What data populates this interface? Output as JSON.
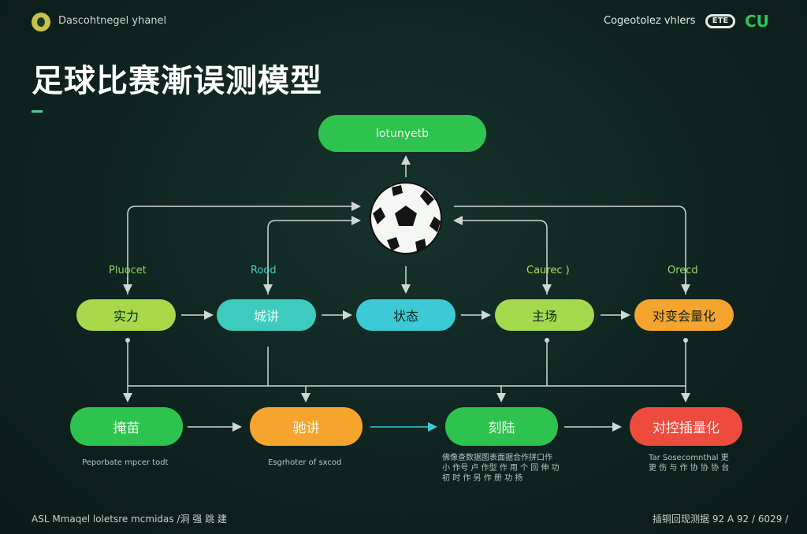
{
  "header": {
    "brand": "Dascohtnegel yhanel",
    "right_text": "Cogeotolez vhlers",
    "badge_outline": "ETE",
    "badge_green": "CU"
  },
  "title": "足球比赛漸误测模型",
  "top_node": {
    "label": "lotunyetb"
  },
  "branch_labels": [
    "Pluocet",
    "Rood",
    "Caurec )",
    "Orecd"
  ],
  "row1": [
    "实力",
    "城讲",
    "状态",
    "主场",
    "对变会量化"
  ],
  "row2": [
    "掩苗",
    "驰讲",
    "刻陆",
    "对控插量化"
  ],
  "notes": [
    "Peporbate mpcer todt",
    "Esgrhoter of sxcod",
    "佛像查数据图表面据合作拼口作 小 作号 卢 作型 作 用 个 回 伸 功 初 时 作 另 作 册 功 扬",
    "Tar Sosecomnthal 更 更 伤 与 作 协 协 协 台"
  ],
  "footer": {
    "left": "ASL Mmaqel loletsre mcmidas /洞 强 跳 建",
    "right": "插铜回现测据 92 A 92 / 6029 /"
  },
  "icons": [
    "logo-icon",
    "soccer-ball-icon"
  ],
  "colors": {
    "background": "#0f2420",
    "green": "#2ec24e",
    "lime": "#a7d94a",
    "teal": "#3ccbd6",
    "orange": "#f5a52e",
    "red": "#ee4b3f"
  }
}
